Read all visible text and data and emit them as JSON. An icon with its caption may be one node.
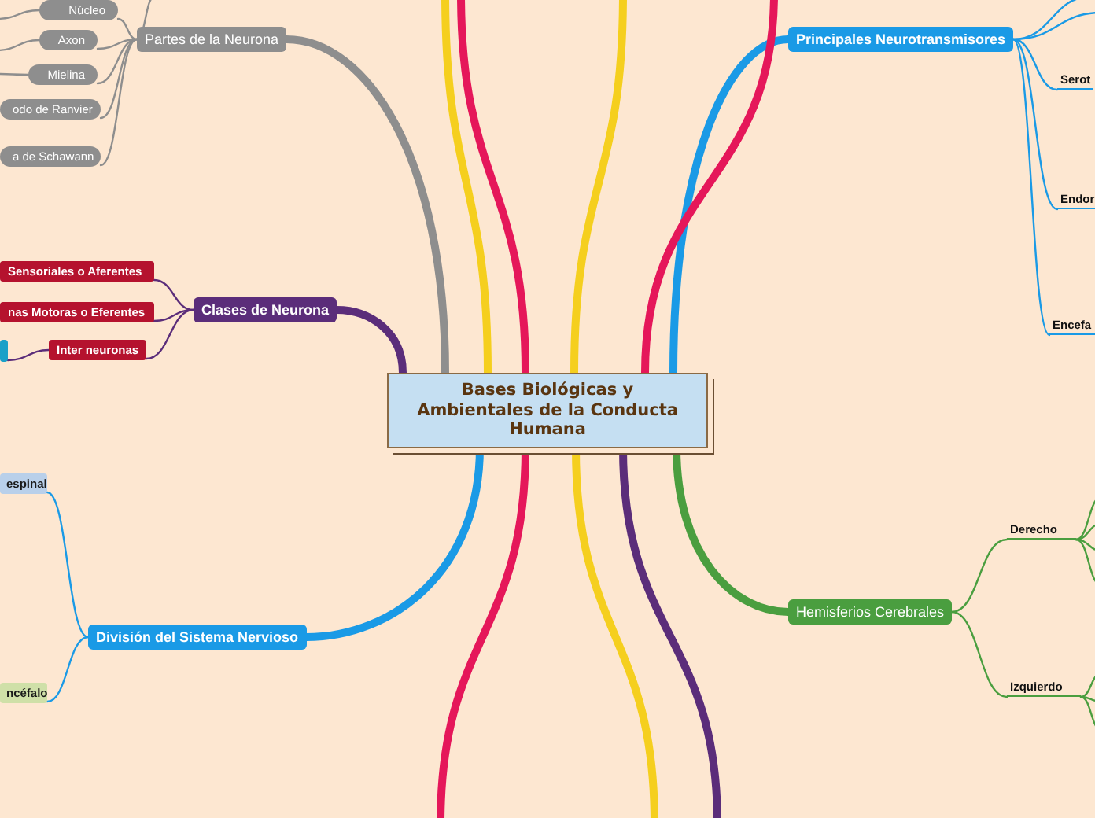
{
  "diagram": {
    "nodes": [
      {
        "text": [
          "Bases Biológicas y Ambientales de la Conducta Humana"
        ]
      },
      {
        "text": [
          "Partes de la Neurona"
        ]
      },
      {
        "text": [
          "Núcleo"
        ]
      },
      {
        "text": [
          "Axon"
        ]
      },
      {
        "text": [
          "Mielina"
        ]
      },
      {
        "text": [
          "odo de Ranvier"
        ]
      },
      {
        "text": [
          "a de Schawann"
        ]
      },
      {
        "text": [
          "Clases de Neurona"
        ]
      },
      {
        "text": [
          "Sensoriales o Aferentes"
        ]
      },
      {
        "text": [
          "nas Motoras o Eferentes"
        ]
      },
      {
        "text": [],
        "shape": "box"
      },
      {
        "text": [
          "Inter neuronas"
        ]
      },
      {
        "text": [
          "División del Sistema Nervioso"
        ]
      },
      {
        "text": [
          "espinal"
        ]
      },
      {
        "text": [
          "ncéfalo"
        ]
      },
      {
        "text": [
          "Principales Neurotransmisores"
        ]
      },
      {
        "text": [
          "Serot"
        ]
      },
      {
        "text": [
          "Endor"
        ]
      },
      {
        "text": [
          "Encefa"
        ]
      },
      {
        "text": [
          "Hemisferios Cerebrales"
        ]
      },
      {
        "text": [
          "Derecho"
        ]
      },
      {
        "text": [
          "Izquierdo"
        ]
      }
    ],
    "edges": [
      {
        "from": 0,
        "to": 1,
        "arrow": "none",
        "style": "thick",
        "color": "#8e8e8e"
      },
      {
        "from": 0,
        "to": 7,
        "arrow": "none",
        "style": "thick",
        "color": "#5b2d7a"
      },
      {
        "from": 0,
        "to": 12,
        "arrow": "none",
        "style": "thick",
        "color": "#1a9ae6"
      },
      {
        "from": 0,
        "to": 15,
        "arrow": "none",
        "style": "thick",
        "color": "#1a9ae6"
      },
      {
        "from": 0,
        "to": 19,
        "arrow": "none",
        "style": "thick",
        "color": "#4a9e3f"
      },
      {
        "from": 0,
        "to": null,
        "arrow": "none",
        "style": "thick",
        "color": "#f5cf1e"
      },
      {
        "from": 0,
        "to": null,
        "arrow": "none",
        "style": "thick",
        "color": "#e5175a"
      },
      {
        "from": 0,
        "to": null,
        "arrow": "none",
        "style": "thick",
        "color": "#f5cf1e"
      },
      {
        "from": 0,
        "to": null,
        "arrow": "none",
        "style": "thick",
        "color": "#e5175a"
      },
      {
        "from": 0,
        "to": null,
        "arrow": "none",
        "style": "thick",
        "color": "#e5175a"
      },
      {
        "from": 0,
        "to": null,
        "arrow": "none",
        "style": "thick",
        "color": "#f5cf1e"
      },
      {
        "from": 0,
        "to": null,
        "arrow": "none",
        "style": "thick",
        "color": "#5b2d7a"
      },
      {
        "from": 1,
        "to": 2,
        "arrow": "none",
        "color": "#8e8e8e"
      },
      {
        "from": 1,
        "to": 3,
        "arrow": "none",
        "color": "#8e8e8e"
      },
      {
        "from": 1,
        "to": 4,
        "arrow": "none",
        "color": "#8e8e8e"
      },
      {
        "from": 1,
        "to": 5,
        "arrow": "none",
        "color": "#8e8e8e"
      },
      {
        "from": 1,
        "to": 6,
        "arrow": "none",
        "color": "#8e8e8e"
      },
      {
        "from": 1,
        "to": null,
        "arrow": "none",
        "color": "#8e8e8e"
      },
      {
        "from": 2,
        "to": null,
        "arrow": "none",
        "color": "#8e8e8e"
      },
      {
        "from": 3,
        "to": null,
        "arrow": "none",
        "color": "#8e8e8e"
      },
      {
        "from": 4,
        "to": null,
        "arrow": "none",
        "color": "#8e8e8e"
      },
      {
        "from": 7,
        "to": 8,
        "arrow": "none",
        "color": "#5b2d7a"
      },
      {
        "from": 7,
        "to": 9,
        "arrow": "none",
        "color": "#5b2d7a"
      },
      {
        "from": 7,
        "to": 11,
        "arrow": "none",
        "color": "#5b2d7a"
      },
      {
        "from": 11,
        "to": 10,
        "arrow": "none",
        "color": "#5b2d7a"
      },
      {
        "from": 12,
        "to": 13,
        "arrow": "none",
        "color": "#1a9ae6"
      },
      {
        "from": 12,
        "to": 14,
        "arrow": "none",
        "color": "#1a9ae6"
      },
      {
        "from": 15,
        "to": null,
        "arrow": "none",
        "color": "#1a9ae6"
      },
      {
        "from": 15,
        "to": null,
        "arrow": "none",
        "color": "#1a9ae6"
      },
      {
        "from": 15,
        "to": 16,
        "arrow": "none",
        "color": "#1a9ae6"
      },
      {
        "from": 15,
        "to": 17,
        "arrow": "none",
        "color": "#1a9ae6"
      },
      {
        "from": 15,
        "to": 18,
        "arrow": "none",
        "color": "#1a9ae6"
      },
      {
        "from": 19,
        "to": 20,
        "arrow": "none",
        "color": "#4a9e3f"
      },
      {
        "from": 19,
        "to": 21,
        "arrow": "none",
        "color": "#4a9e3f"
      },
      {
        "from": 20,
        "to": null,
        "arrow": "none",
        "color": "#4a9e3f"
      },
      {
        "from": 20,
        "to": null,
        "arrow": "none",
        "color": "#4a9e3f"
      },
      {
        "from": 20,
        "to": null,
        "arrow": "none",
        "color": "#4a9e3f"
      },
      {
        "from": 20,
        "to": null,
        "arrow": "none",
        "color": "#4a9e3f"
      },
      {
        "from": 21,
        "to": null,
        "arrow": "none",
        "color": "#4a9e3f"
      },
      {
        "from": 21,
        "to": null,
        "arrow": "none",
        "color": "#4a9e3f"
      },
      {
        "from": 21,
        "to": null,
        "arrow": "none",
        "color": "#4a9e3f"
      }
    ]
  }
}
